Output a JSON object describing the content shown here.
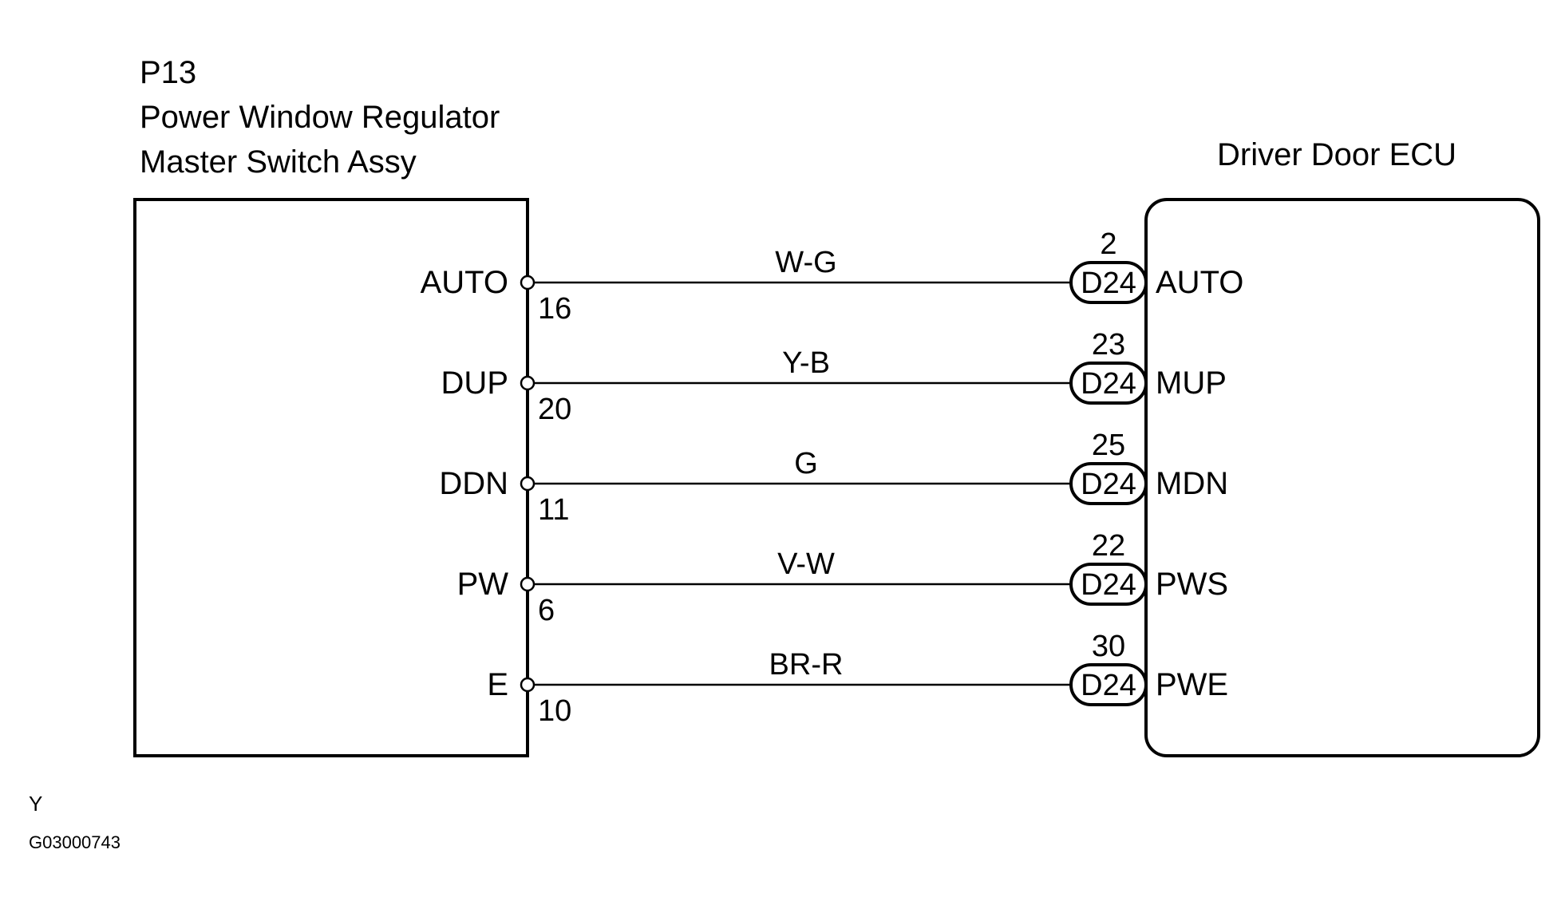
{
  "left_component": {
    "code": "P13",
    "name_line1": "Power Window Regulator",
    "name_line2": "Master Switch Assy"
  },
  "right_component": {
    "name": "Driver Door ECU"
  },
  "wires": [
    {
      "left_terminal": "AUTO",
      "left_pin": "16",
      "color": "W-G",
      "connector": "D24",
      "right_pin": "2",
      "right_terminal": "AUTO"
    },
    {
      "left_terminal": "DUP",
      "left_pin": "20",
      "color": "Y-B",
      "connector": "D24",
      "right_pin": "23",
      "right_terminal": "MUP"
    },
    {
      "left_terminal": "DDN",
      "left_pin": "11",
      "color": "G",
      "connector": "D24",
      "right_pin": "25",
      "right_terminal": "MDN"
    },
    {
      "left_terminal": "PW",
      "left_pin": "6",
      "color": "V-W",
      "connector": "D24",
      "right_pin": "22",
      "right_terminal": "PWS"
    },
    {
      "left_terminal": "E",
      "left_pin": "10",
      "color": "BR-R",
      "connector": "D24",
      "right_pin": "30",
      "right_terminal": "PWE"
    }
  ],
  "footer": {
    "letter": "Y",
    "figure_id": "G03000743"
  }
}
